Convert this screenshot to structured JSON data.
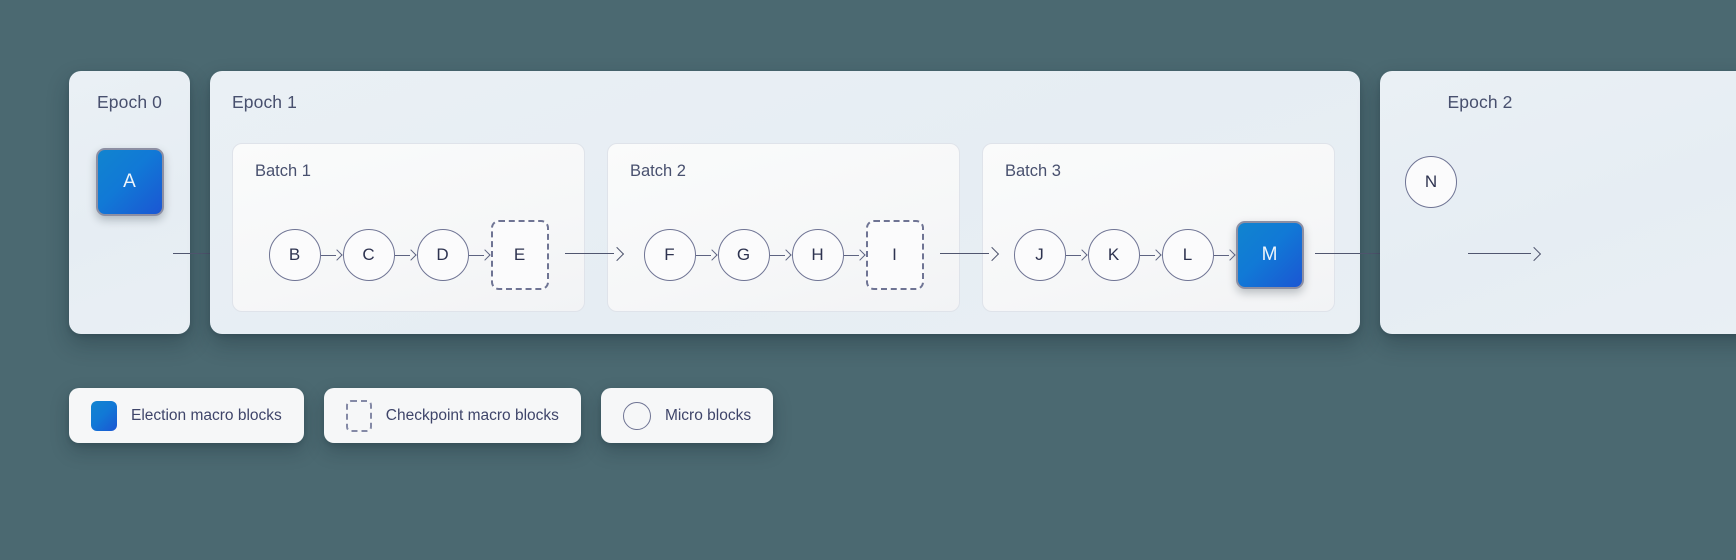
{
  "background_color": "#4b6971",
  "accent_color": "#1179d6",
  "text_color": "#48506e",
  "chain": {
    "epochs": [
      {
        "title": "Epoch 0",
        "blocks": [
          {
            "label": "A",
            "kind": "election"
          }
        ]
      },
      {
        "title": "Epoch 1",
        "batches": [
          {
            "title": "Batch 1",
            "blocks": [
              {
                "label": "B",
                "kind": "micro"
              },
              {
                "label": "C",
                "kind": "micro"
              },
              {
                "label": "D",
                "kind": "micro"
              },
              {
                "label": "E",
                "kind": "checkpoint"
              }
            ]
          },
          {
            "title": "Batch 2",
            "blocks": [
              {
                "label": "F",
                "kind": "micro"
              },
              {
                "label": "G",
                "kind": "micro"
              },
              {
                "label": "H",
                "kind": "micro"
              },
              {
                "label": "I",
                "kind": "checkpoint"
              }
            ]
          },
          {
            "title": "Batch 3",
            "blocks": [
              {
                "label": "J",
                "kind": "micro"
              },
              {
                "label": "K",
                "kind": "micro"
              },
              {
                "label": "L",
                "kind": "micro"
              },
              {
                "label": "M",
                "kind": "election"
              }
            ]
          }
        ]
      },
      {
        "title": "Epoch 2",
        "blocks": [
          {
            "label": "N",
            "kind": "micro"
          }
        ]
      }
    ]
  },
  "legend": {
    "items": [
      {
        "label": "Election macro blocks",
        "swatch": "election-swatch-icon"
      },
      {
        "label": "Checkpoint macro blocks",
        "swatch": "checkpoint-swatch-icon"
      },
      {
        "label": "Micro blocks",
        "swatch": "micro-swatch-icon"
      }
    ]
  }
}
